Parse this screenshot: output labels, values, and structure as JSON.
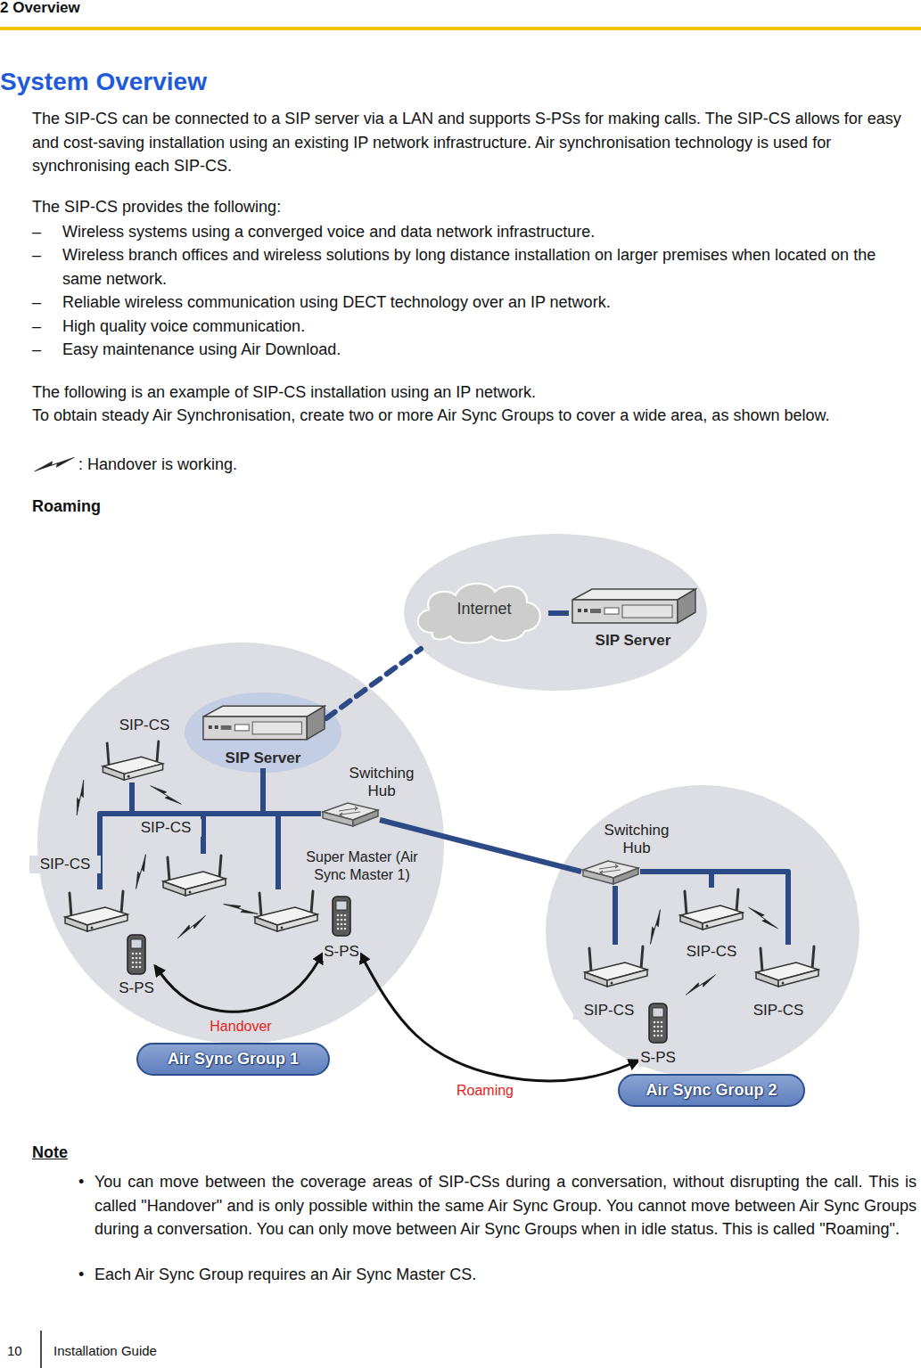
{
  "diagram": {
    "title": "System Overview",
    "nodes": [
      {
        "text": [
          "Internet"
        ]
      },
      {
        "text": [
          "SIP Server"
        ]
      },
      {
        "text": [
          "SIP-CS"
        ]
      },
      {
        "text": [
          "SIP Server"
        ]
      },
      {
        "text": [
          "Switching Hub"
        ]
      },
      {
        "text": [
          "SIP-CS"
        ]
      },
      {
        "text": [
          "SIP-CS"
        ]
      },
      {
        "text": [
          "Super Master (Air Sync Master 1)"
        ]
      },
      {
        "text": [
          "S-PS"
        ]
      },
      {
        "text": [
          "S-PS"
        ]
      },
      {
        "text": [
          "Switching Hub"
        ]
      },
      {
        "text": [
          "SIP-CS"
        ]
      },
      {
        "text": [
          "SIP-CS"
        ]
      },
      {
        "text": [
          "SIP-CS"
        ]
      },
      {
        "text": [
          "S-PS"
        ]
      },
      {
        "text": [
          "Air Sync Group 1"
        ]
      },
      {
        "text": [
          "Air Sync Group 2"
        ]
      }
    ],
    "edges": [
      {
        "from": 0,
        "to": 1,
        "arrow": "none"
      },
      {
        "from": 3,
        "to": 0,
        "arrow": "none"
      },
      {
        "from": 4,
        "to": 2,
        "arrow": "none"
      },
      {
        "from": 4,
        "to": 3,
        "arrow": "none"
      },
      {
        "from": 4,
        "to": 5,
        "arrow": "none"
      },
      {
        "from": 4,
        "to": 6,
        "arrow": "none"
      },
      {
        "from": 4,
        "to": 7,
        "arrow": "none"
      },
      {
        "from": 4,
        "to": 10,
        "arrow": "none"
      },
      {
        "from": 10,
        "to": 11,
        "arrow": "none"
      },
      {
        "from": 10,
        "to": 12,
        "arrow": "none"
      },
      {
        "from": 10,
        "to": 13,
        "arrow": "none"
      },
      {
        "from": 8,
        "to": 9,
        "label": "Handover",
        "arrow": "both"
      },
      {
        "from": 9,
        "to": 14,
        "label": "Roaming",
        "arrow": "both"
      }
    ],
    "labels": [
      "2 Overview",
      "The SIP-CS can be connected to a SIP server via a LAN and supports S-PSs for making calls. The SIP-CS allows for easy and cost-saving installation using an existing IP network infrastructure. Air synchronisation technology is used for synchronising each SIP-CS.",
      "The SIP-CS provides the following:",
      "–",
      "Wireless systems using a converged voice and data network infrastructure.",
      "–",
      "Wireless branch offices and wireless solutions by long distance installation on larger premises when located on the same network.",
      "–",
      "Reliable wireless communication using DECT technology over an IP network.",
      "–",
      "High quality voice communication.",
      "–",
      "Easy maintenance using Air Download.",
      "The following is an example of SIP-CS installation using an IP network.",
      "To obtain steady Air Synchronisation, create two or more Air Sync Groups to cover a wide area, as shown below.",
      "Roaming",
      "Note",
      "•",
      "You can move between the coverage areas of SIP-CSs during a conversation, without disrupting the call. This is called \"Handover\" and is only possible within the same Air Sync Group. You cannot move between Air Sync Groups during a conversation. You can only move between Air Sync Groups when in idle status. This is called \"Roaming\".",
      "•",
      "Each Air Sync Group requires an Air Sync Master CS.",
      "10",
      "Installation Guide"
    ],
    "legend": [
      {
        "text": ": Handover is working."
      }
    ]
  }
}
